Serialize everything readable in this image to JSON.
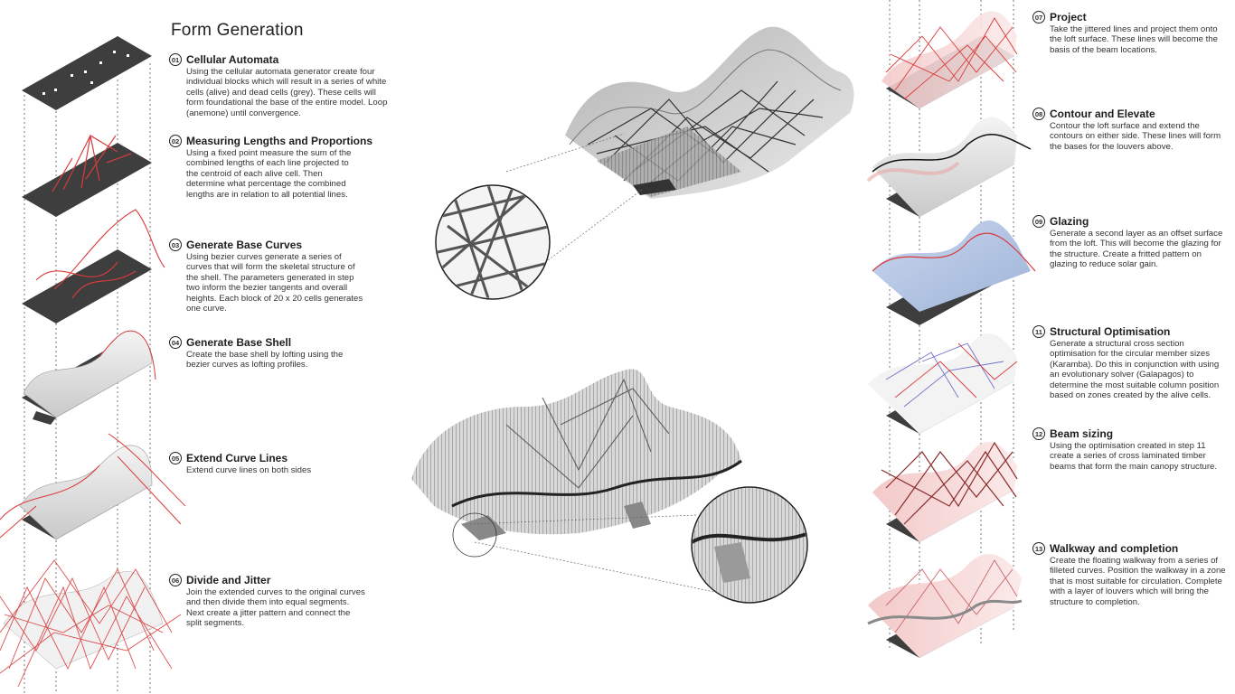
{
  "title": "Form Generation",
  "left_steps": [
    {
      "num": "01",
      "title": "Cellular Automata",
      "text": "Using the cellular automata generator create four individual blocks which will result in a series of white cells (alive) and dead cells (grey). These cells will form foundational the base of the entire model. Loop (anemone) until convergence."
    },
    {
      "num": "02",
      "title": "Measuring Lengths and Proportions",
      "text": "Using a fixed point measure the sum of the combined lengths of each line projected to the centroid of each alive cell. Then determine what percentage the combined lengths are in relation to all potential lines."
    },
    {
      "num": "03",
      "title": "Generate Base Curves",
      "text": "Using bezier curves generate a series of curves that will form the skeletal structure of the shell. The parameters generated in step two inform the bezier tangents and overall heights. Each block of 20 x 20 cells generates one curve."
    },
    {
      "num": "04",
      "title": "Generate Base Shell",
      "text": "Create the base shell by lofting using the bezier curves as lofting profiles."
    },
    {
      "num": "05",
      "title": "Extend Curve Lines",
      "text": "Extend curve lines on both sides"
    },
    {
      "num": "06",
      "title": "Divide and Jitter",
      "text": "Join the extended curves to the original curves and then divide them into equal segments. Next create a jitter pattern and connect the split segments."
    }
  ],
  "right_steps": [
    {
      "num": "07",
      "title": "Project",
      "text": "Take the jittered lines and project them onto the loft surface. These lines will become the basis of the beam locations."
    },
    {
      "num": "08",
      "title": "Contour and Elevate",
      "text": "Contour the loft surface and extend the contours on either side. These lines will form the bases for the louvers above."
    },
    {
      "num": "09",
      "title": "Glazing",
      "text": "Generate a second layer as an offset surface from the loft. This will become the glazing for the structure. Create a fritted pattern on glazing to reduce solar gain."
    },
    {
      "num": "11",
      "title": "Structural Optimisation",
      "text": "Generate a structural cross section optimisation for the circular member sizes (Karamba). Do this in conjunction with using an evolutionary solver (Galapagos) to determine the most suitable column position based on zones created by the alive cells."
    },
    {
      "num": "12",
      "title": "Beam sizing",
      "text": "Using the optimisation created in step 11 create a series of cross laminated timber beams that form the main canopy structure."
    },
    {
      "num": "13",
      "title": "Walkway and completion",
      "text": "Create the floating walkway from a series of filleted curves. Position the walkway in a zone that is most suitable for circulation. Complete with a layer of louvers which will bring the structure to completion."
    }
  ],
  "colors": {
    "accent_red": "#d93b3b",
    "dark_grey": "#3a3a3a",
    "glazing_blue": "#9fb4d8",
    "text": "#2a2a2a"
  }
}
